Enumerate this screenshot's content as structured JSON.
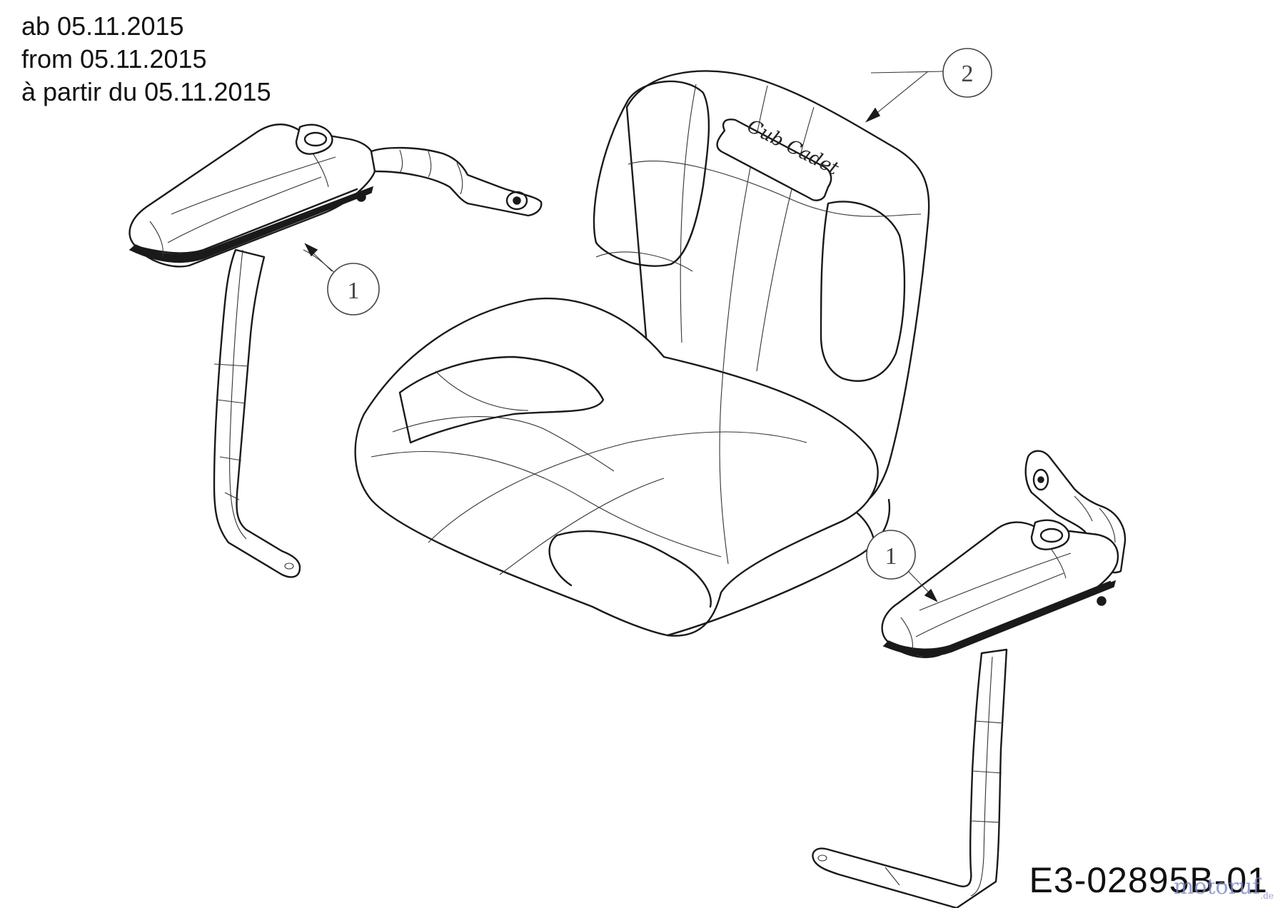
{
  "header": {
    "date_de": "ab 05.11.2015",
    "date_en": "from 05.11.2015",
    "date_fr": "à partir du 05.11.2015"
  },
  "callouts": [
    {
      "id": "armrest-left",
      "number": "1"
    },
    {
      "id": "seat",
      "number": "2"
    },
    {
      "id": "armrest-right",
      "number": "1"
    }
  ],
  "logo": {
    "text": "Cub Cadet"
  },
  "footer": {
    "drawing_code": "E3-02895B-01",
    "watermark": "motoruf",
    "watermark_suffix": ".de"
  }
}
